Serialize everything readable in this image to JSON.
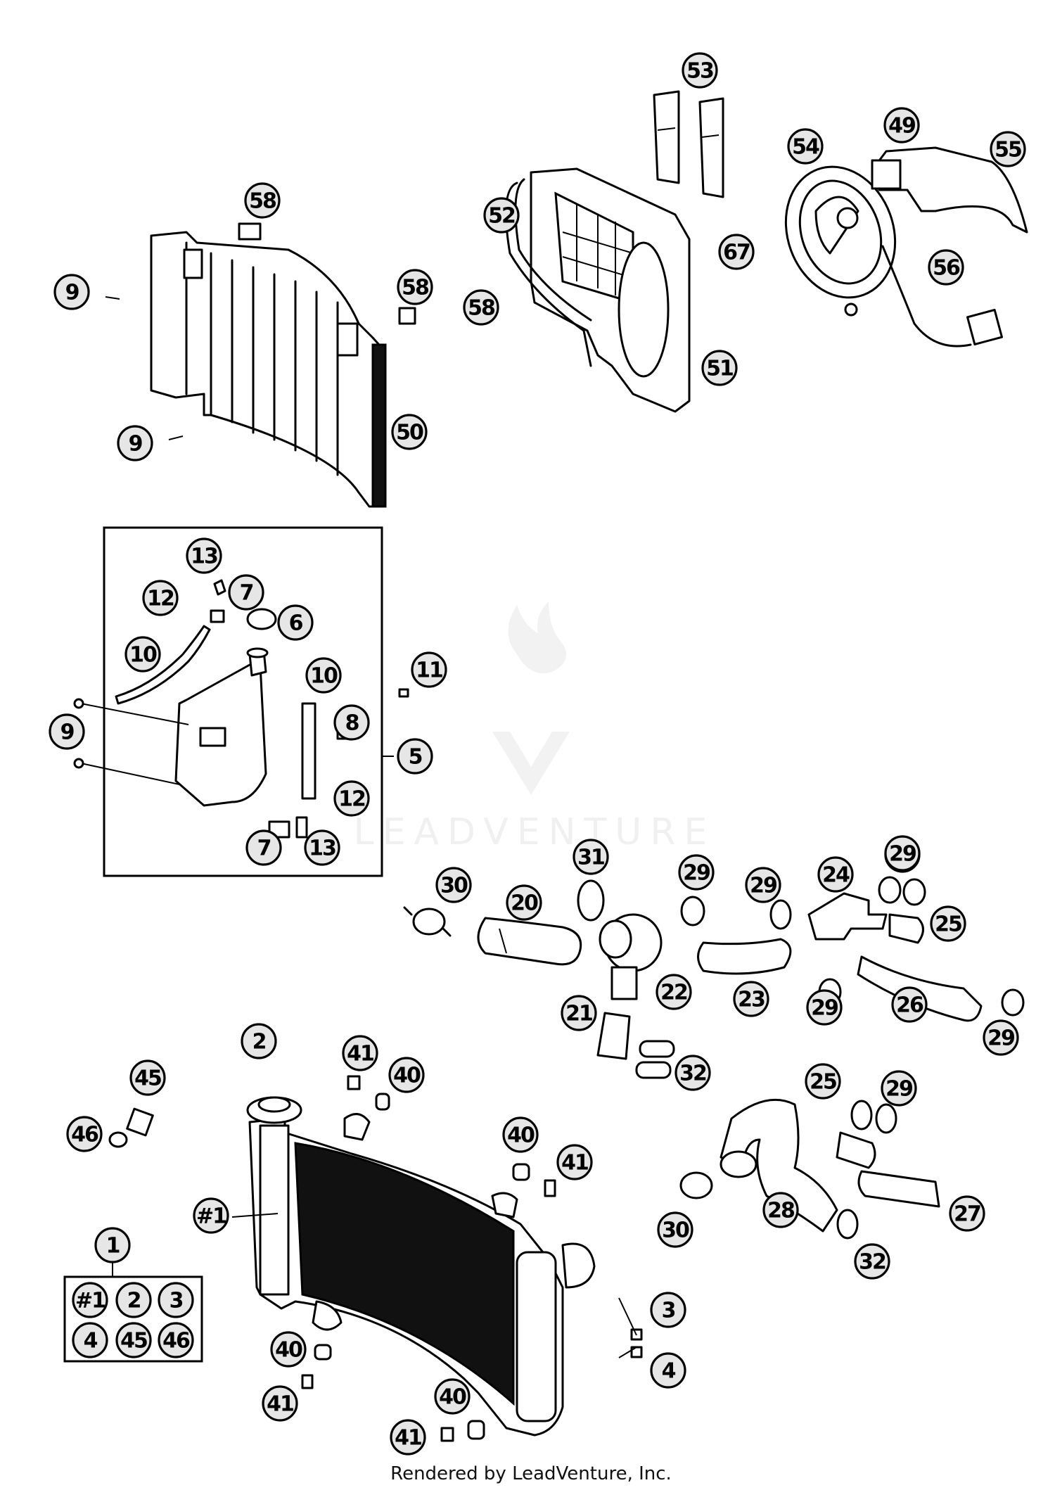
{
  "watermark": "LEADVENTURE",
  "footer": "Rendered by LeadVenture, Inc.",
  "kit_labels": [
    "#1",
    "2",
    "3",
    "4",
    "45",
    "46"
  ],
  "callouts": [
    {
      "id": "c53",
      "label": "53"
    },
    {
      "id": "c49",
      "label": "49"
    },
    {
      "id": "c54",
      "label": "54"
    },
    {
      "id": "c55",
      "label": "55"
    },
    {
      "id": "c58a",
      "label": "58"
    },
    {
      "id": "c52",
      "label": "52"
    },
    {
      "id": "c67",
      "label": "67"
    },
    {
      "id": "c56",
      "label": "56"
    },
    {
      "id": "c9a",
      "label": "9"
    },
    {
      "id": "c58b",
      "label": "58"
    },
    {
      "id": "c58c",
      "label": "58"
    },
    {
      "id": "c51",
      "label": "51"
    },
    {
      "id": "c9b",
      "label": "9"
    },
    {
      "id": "c50",
      "label": "50"
    },
    {
      "id": "c13a",
      "label": "13"
    },
    {
      "id": "c12a",
      "label": "12"
    },
    {
      "id": "c7a",
      "label": "7"
    },
    {
      "id": "c6",
      "label": "6"
    },
    {
      "id": "c10a",
      "label": "10"
    },
    {
      "id": "c11",
      "label": "11"
    },
    {
      "id": "c10b",
      "label": "10"
    },
    {
      "id": "c8",
      "label": "8"
    },
    {
      "id": "c9c",
      "label": "9"
    },
    {
      "id": "c5",
      "label": "5"
    },
    {
      "id": "c12b",
      "label": "12"
    },
    {
      "id": "c7b",
      "label": "7"
    },
    {
      "id": "c13b",
      "label": "13"
    },
    {
      "id": "c29a",
      "label": "29"
    },
    {
      "id": "c31",
      "label": "31"
    },
    {
      "id": "c30a",
      "label": "30"
    },
    {
      "id": "c29b",
      "label": "29"
    },
    {
      "id": "c24",
      "label": "24"
    },
    {
      "id": "c29c",
      "label": "29"
    },
    {
      "id": "c20",
      "label": "20"
    },
    {
      "id": "c29d",
      "label": "29"
    },
    {
      "id": "c25a",
      "label": "25"
    },
    {
      "id": "c22",
      "label": "22"
    },
    {
      "id": "c23",
      "label": "23"
    },
    {
      "id": "c29e",
      "label": "29"
    },
    {
      "id": "c26",
      "label": "26"
    },
    {
      "id": "c21",
      "label": "21"
    },
    {
      "id": "c29f",
      "label": "29"
    },
    {
      "id": "c2",
      "label": "2"
    },
    {
      "id": "c41a",
      "label": "41"
    },
    {
      "id": "c32a",
      "label": "32"
    },
    {
      "id": "c40a",
      "label": "40"
    },
    {
      "id": "c45",
      "label": "45"
    },
    {
      "id": "c25b",
      "label": "25"
    },
    {
      "id": "c29g",
      "label": "29"
    },
    {
      "id": "c46",
      "label": "46"
    },
    {
      "id": "c40b",
      "label": "40"
    },
    {
      "id": "c41b",
      "label": "41"
    },
    {
      "id": "c1ref",
      "label": "#1"
    },
    {
      "id": "c28",
      "label": "28"
    },
    {
      "id": "c27",
      "label": "27"
    },
    {
      "id": "c30b",
      "label": "30"
    },
    {
      "id": "c32b",
      "label": "32"
    },
    {
      "id": "c1",
      "label": "1"
    },
    {
      "id": "c3",
      "label": "3"
    },
    {
      "id": "c40c",
      "label": "40"
    },
    {
      "id": "c4",
      "label": "4"
    },
    {
      "id": "c41c",
      "label": "41"
    },
    {
      "id": "c40d",
      "label": "40"
    },
    {
      "id": "c41d",
      "label": "41"
    }
  ]
}
